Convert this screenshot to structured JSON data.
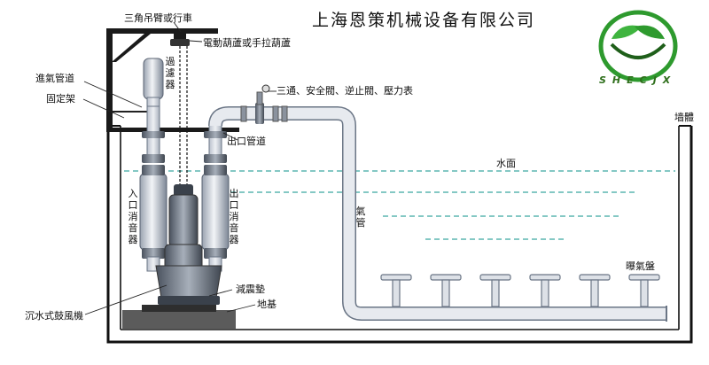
{
  "company": {
    "name": "上海恩策机械设备有限公司",
    "brand": "SHECJX"
  },
  "colors": {
    "line": "#111111",
    "pipe_fill": "#d9dde4",
    "pipe_edge": "#6a7585",
    "water_line": "#3aa8a0",
    "logo_green": "#2e9a2e",
    "logo_dark": "#1f5f1a"
  },
  "labels": {
    "crane": "三角吊臂或行車",
    "hoist": "電動葫蘆或手拉葫蘆",
    "intake_pipe": "進氣管道",
    "fixed_frame": "固定架",
    "filter": "過濾器",
    "valves": "三通、安全閥、逆止閥、壓力表",
    "outlet_pipe": "出口管道",
    "wall": "墙體",
    "water_surface": "水面",
    "inlet_silencer": "入口消音器",
    "outlet_silencer": "出口消音器",
    "air_pipe": "氣管",
    "aeration_disc": "曝氣盤",
    "damping_pad": "減震墊",
    "foundation": "地基",
    "blower": "沉水式鼓風機"
  }
}
